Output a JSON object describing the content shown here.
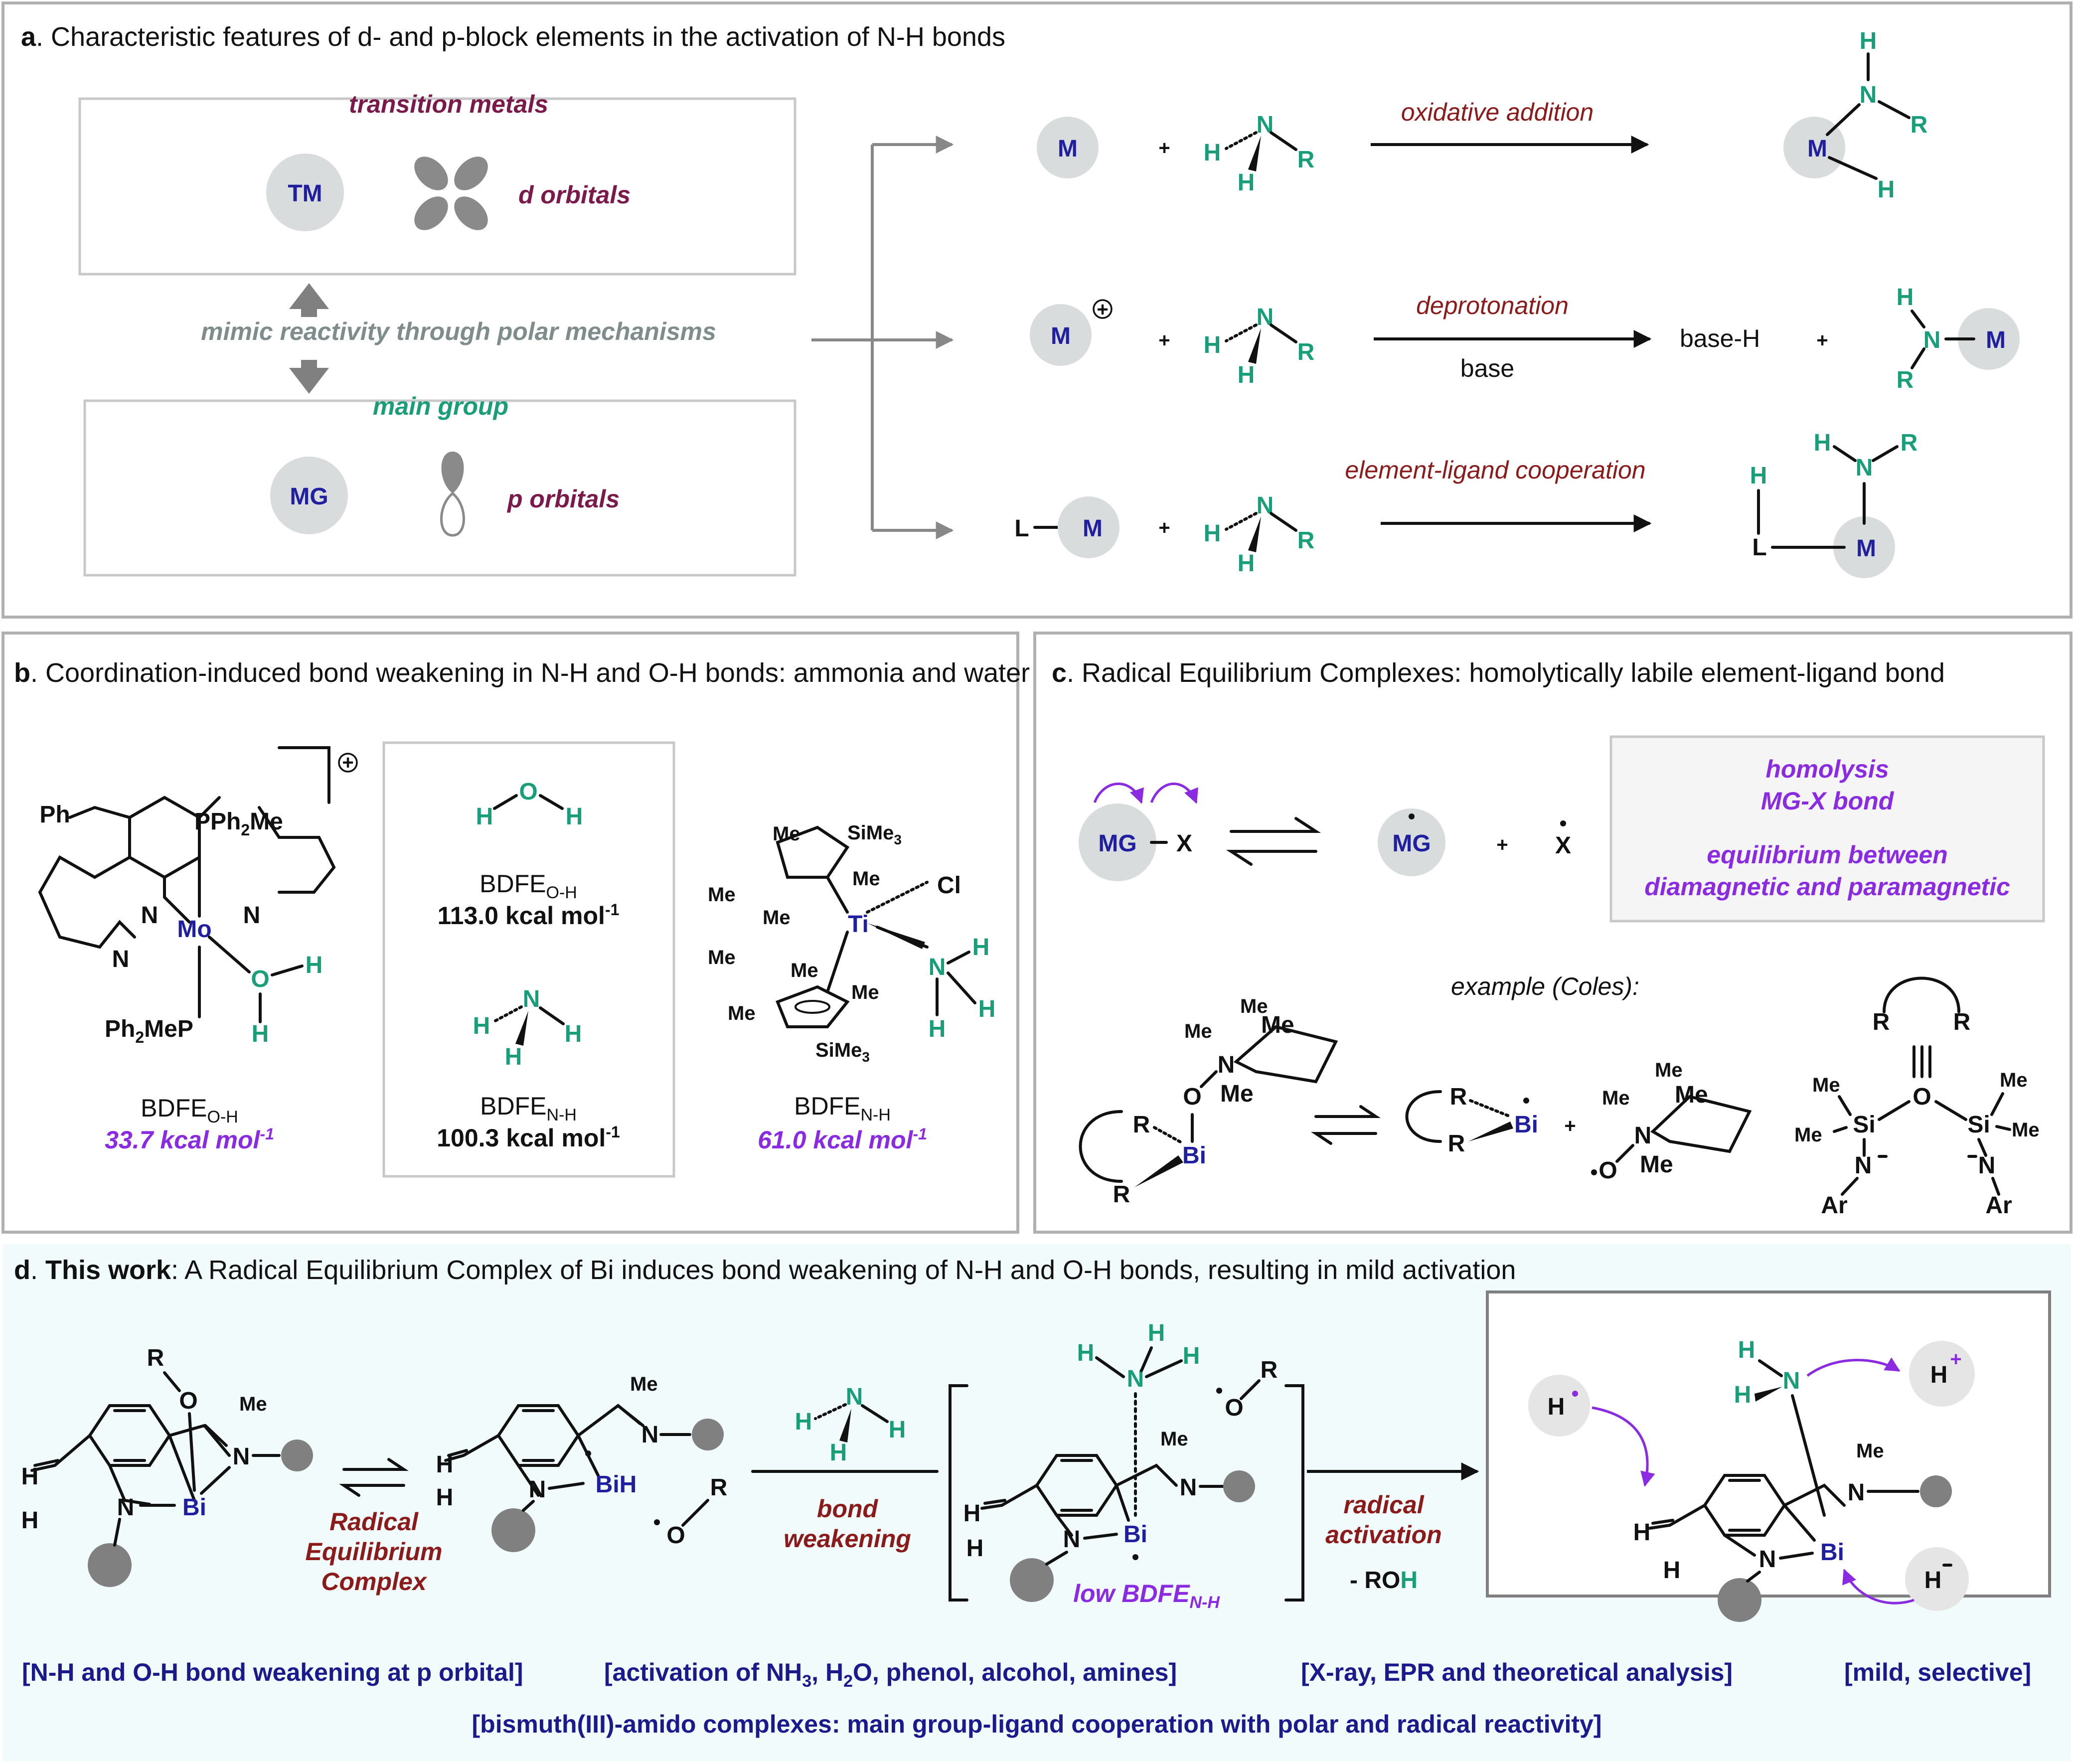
{
  "colors": {
    "green": "#1a9e7a",
    "blue": "#1f1fa0",
    "maroon": "#7a1a4a",
    "purple": "#8a2be2",
    "darkred": "#8b1a1a",
    "gray_text": "#7f8c8c",
    "circle_fill": "#d9dcdc",
    "dark_circle": "#808080",
    "panel_d_bg": "#f1fbfb"
  },
  "panel_a": {
    "letter": "a",
    "title": ". Characteristic features of d- and p-block elements in the activation of N-H bonds",
    "tm_label": "transition metals",
    "tm_circle": "TM",
    "d_orbitals": "d orbitals",
    "mimic": "mimic reactivity through polar mechanisms",
    "mg_label": "main group",
    "mg_circle": "MG",
    "p_orbitals": "p orbitals",
    "rows": [
      {
        "metal": "M",
        "reagent_atoms": [
          "H",
          "N",
          "R",
          "H"
        ],
        "arrow_label": "oxidative addition",
        "below_label": ""
      },
      {
        "metal": "M",
        "charge": "+",
        "reagent_atoms": [
          "H",
          "N",
          "R",
          "H"
        ],
        "arrow_label": "deprotonation",
        "below_label": "base"
      },
      {
        "metal": "M",
        "ligand": "L",
        "reagent_atoms": [
          "H",
          "N",
          "R",
          "H"
        ],
        "arrow_label": "element-ligand cooperation",
        "below_label": ""
      }
    ],
    "product2_left": "base-H",
    "plus": "+"
  },
  "panel_b": {
    "letter": "b",
    "title": ". Coordination-induced bond weakening in N-H and O-H bonds: ammonia and water",
    "mo_label": "BDFE",
    "mo_sub": "O-H",
    "mo_value": "33.7 kcal mol",
    "center_oh_label": "BDFE",
    "center_oh_sub": "O-H",
    "center_oh_value": "113.0 kcal mol",
    "center_nh_label": "BDFE",
    "center_nh_sub": "N-H",
    "center_nh_value": "100.3 kcal mol",
    "ti_label": "BDFE",
    "ti_sub": "N-H",
    "ti_value": "61.0 kcal mol",
    "exp": "-1",
    "atoms": {
      "Ph": "Ph",
      "PPh2Me": "PPh",
      "Mo": "Mo",
      "N": "N",
      "O": "O",
      "H": "H",
      "Ph2MeP": "Ph",
      "Ti": "Ti",
      "Cl": "Cl",
      "Me": "Me",
      "SiMe3": "SiMe"
    }
  },
  "panel_c": {
    "letter": "c",
    "title": ". Radical Equilibrium Complexes: homolytically labile element-ligand bond",
    "mg": "MG",
    "x": "X",
    "box_line1": "homolysis",
    "box_line2": "MG-X bond",
    "box_line3": "equilibrium between",
    "box_line4": "diamagnetic and paramagnetic",
    "example": "example (Coles):",
    "atoms": {
      "R": "R",
      "Bi": "Bi",
      "O": "O",
      "N": "N",
      "Me": "Me",
      "Si": "Si",
      "Ar": "Ar"
    }
  },
  "panel_d": {
    "letter": "d",
    "bold_part": "This work",
    "title_rest": ": A Radical Equilibrium Complex of Bi induces bond weakening of N-H and O-H bonds, resulting in mild activation",
    "rec_line1": "Radical",
    "rec_line2": "Equilibrium",
    "rec_line3": "Complex",
    "bond_line1": "bond",
    "bond_line2": "weakening",
    "rad_line1": "radical",
    "rad_line2": "activation",
    "minus_roh": "- RO",
    "low_bdfe": "low BDFE",
    "low_bdfe_sub": "N-H",
    "notes": [
      "[N-H and O-H bond weakening at p orbital]",
      "[activation of NH",
      "[X-ray, EPR and theoretical analysis]",
      "[mild, selective]"
    ],
    "note2_tail": "O, phenol, alcohol, amines]",
    "note2_mid": ", H",
    "bottom": "[bismuth(III)-amido complexes: main group-ligand cooperation with polar and radical reactivity]",
    "atoms": {
      "R": "R",
      "O": "O",
      "Me": "Me",
      "N": "N",
      "Bi": "Bi",
      "BiH": "BiH",
      "H": "H"
    }
  }
}
